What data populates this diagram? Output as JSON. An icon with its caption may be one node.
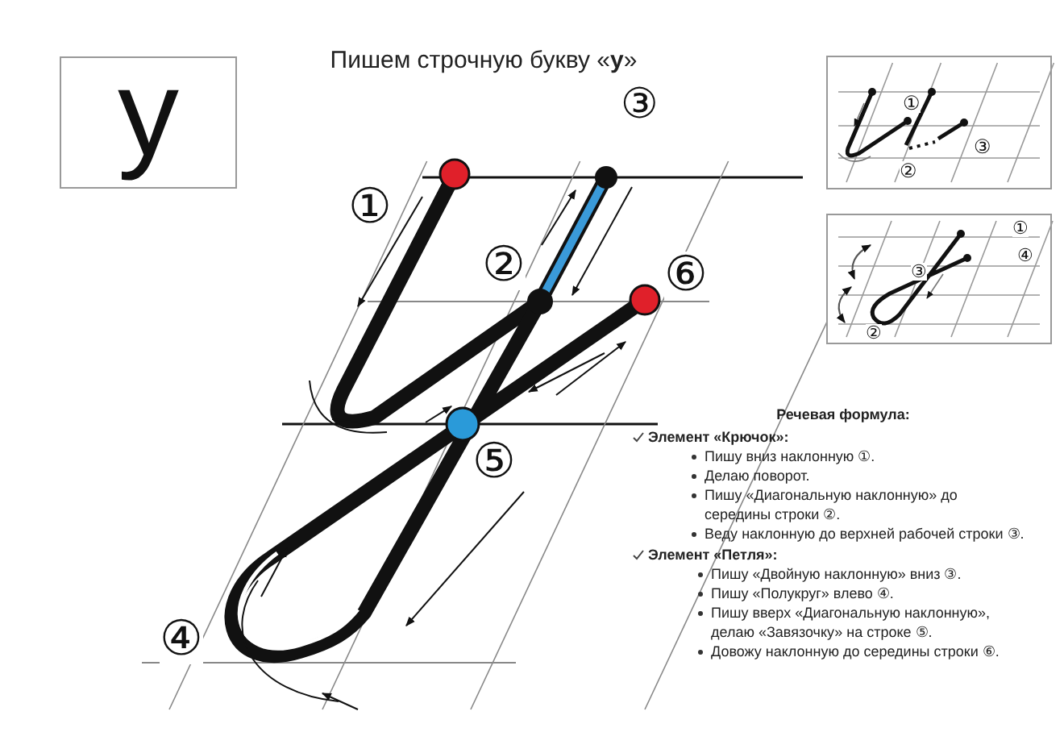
{
  "diagram": {
    "title": "Пишем строчную букву «**у**»",
    "nodes": [
      {
        "text": [
          "у"
        ]
      }
    ],
    "labels": [
      "③",
      "①",
      "②",
      "⑥",
      "⑤",
      "④",
      "①",
      "③",
      "②",
      "①",
      "④",
      "③",
      "②",
      "Речевая формула:",
      "Элемент «Крючок»:",
      "Пишу вниз наклонную ①.",
      "Делаю поворот.",
      "Пишу «Диагональную наклонную» до середины строки ②.",
      "Веду наклонную до верхней рабочей строки ③.",
      "Элемент «Петля»:",
      "Пишу «Двойную наклонную» вниз ③.",
      "Пишу «Полукруг» влево ④.",
      "Пишу вверх «Диагональную наклонную», делаю «Завязочку» на строке ⑤.",
      "Довожу наклонную до середины строки ⑥."
    ]
  }
}
